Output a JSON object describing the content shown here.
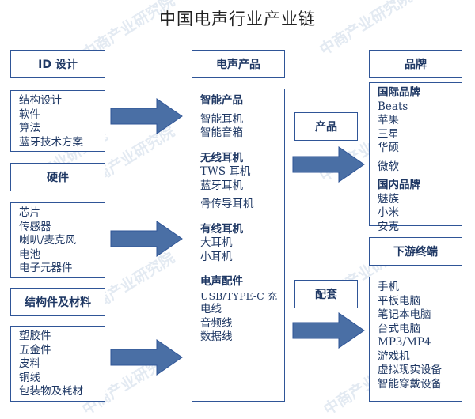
{
  "title": "中国电声行业产业链",
  "watermark": "中商产业研究院",
  "left": {
    "id_design": {
      "header": "ID 设计",
      "items": [
        "结构设计",
        "软件",
        "算法",
        "蓝牙技术方案"
      ]
    },
    "hardware": {
      "header": "硬件",
      "items": [
        "芯片",
        "传感器",
        "喇叭/麦克风",
        "电池",
        "电子元器件"
      ]
    },
    "structure_materials": {
      "header": "结构件及材料",
      "items": [
        "塑胶件",
        "五金件",
        "皮料",
        "铜线",
        "包装物及耗材"
      ]
    }
  },
  "middle": {
    "header": "电声产品",
    "groups": [
      {
        "title": "智能产品",
        "items": [
          "智能耳机",
          "智能音箱"
        ]
      },
      {
        "title": "无线耳机",
        "items": [
          "TWS 耳机",
          "蓝牙耳机",
          "骨传导耳机"
        ]
      },
      {
        "title": "有线耳机",
        "items": [
          "大耳机",
          "小耳机"
        ]
      },
      {
        "title": "电声配件",
        "items": [
          "USB/TYPE-C 充",
          "电线",
          "音频线",
          "数据线"
        ]
      }
    ]
  },
  "connectors": {
    "product": "产品",
    "support": "配套"
  },
  "right": {
    "brands": {
      "header": "品牌",
      "international": {
        "title": "国际品牌",
        "items": [
          "Beats",
          "苹果",
          "三星",
          "华硕",
          "微软"
        ]
      },
      "domestic": {
        "title": "国内品牌",
        "items": [
          "魅族",
          "小米",
          "安克"
        ]
      }
    },
    "downstream": {
      "header": "下游终端",
      "items": [
        "手机",
        "平板电脑",
        "笔记本电脑",
        "台式电脑",
        "MP3/MP4",
        "游戏机",
        "虚拟现实设备",
        "智能穿戴设备"
      ]
    }
  },
  "colors": {
    "box_border": "#2f5597",
    "arrow_fill": "#4a6fa5",
    "text": "#1f3864"
  }
}
